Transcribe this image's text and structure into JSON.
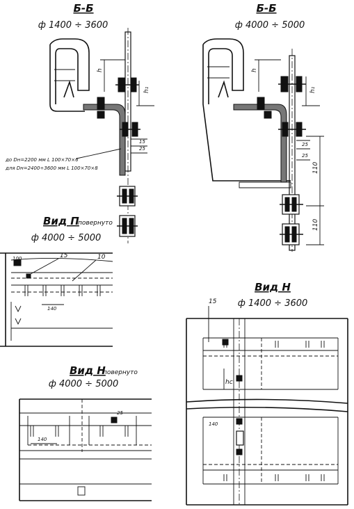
{
  "views": {
    "section_left": {
      "title": "Б-Б",
      "range": "ф 1400 ÷ 3600"
    },
    "section_right": {
      "title": "Б-Б",
      "range": "ф 4000 ÷ 5000"
    },
    "view_p": {
      "title": "Вид П",
      "note": "повернуто",
      "range": "ф 4000 ÷ 5000"
    },
    "view_n_right": {
      "title": "Вид Н",
      "range": "ф 1400 ÷ 3600"
    },
    "view_n_left": {
      "title": "Вид Н",
      "note": "повернуто",
      "range": "ф 4000 ÷ 5000"
    }
  },
  "dimensions": {
    "h": "h",
    "h1": "h₁",
    "hc": "hc",
    "d15": "15",
    "d25a": "25",
    "d25b": "25",
    "d25c": "25",
    "d25d": "25",
    "d110a": "110",
    "d110b": "110",
    "d100": "100",
    "d140a": "140",
    "d140b": "140",
    "d140c": "140"
  },
  "part_numbers": {
    "p15a": "15",
    "p10": "10",
    "p15b": "15"
  },
  "notes": {
    "line1": "до Dн=2200 мм L 100×70×6",
    "line2": "для Dн=2400÷3600 мм L 100×70×8"
  }
}
